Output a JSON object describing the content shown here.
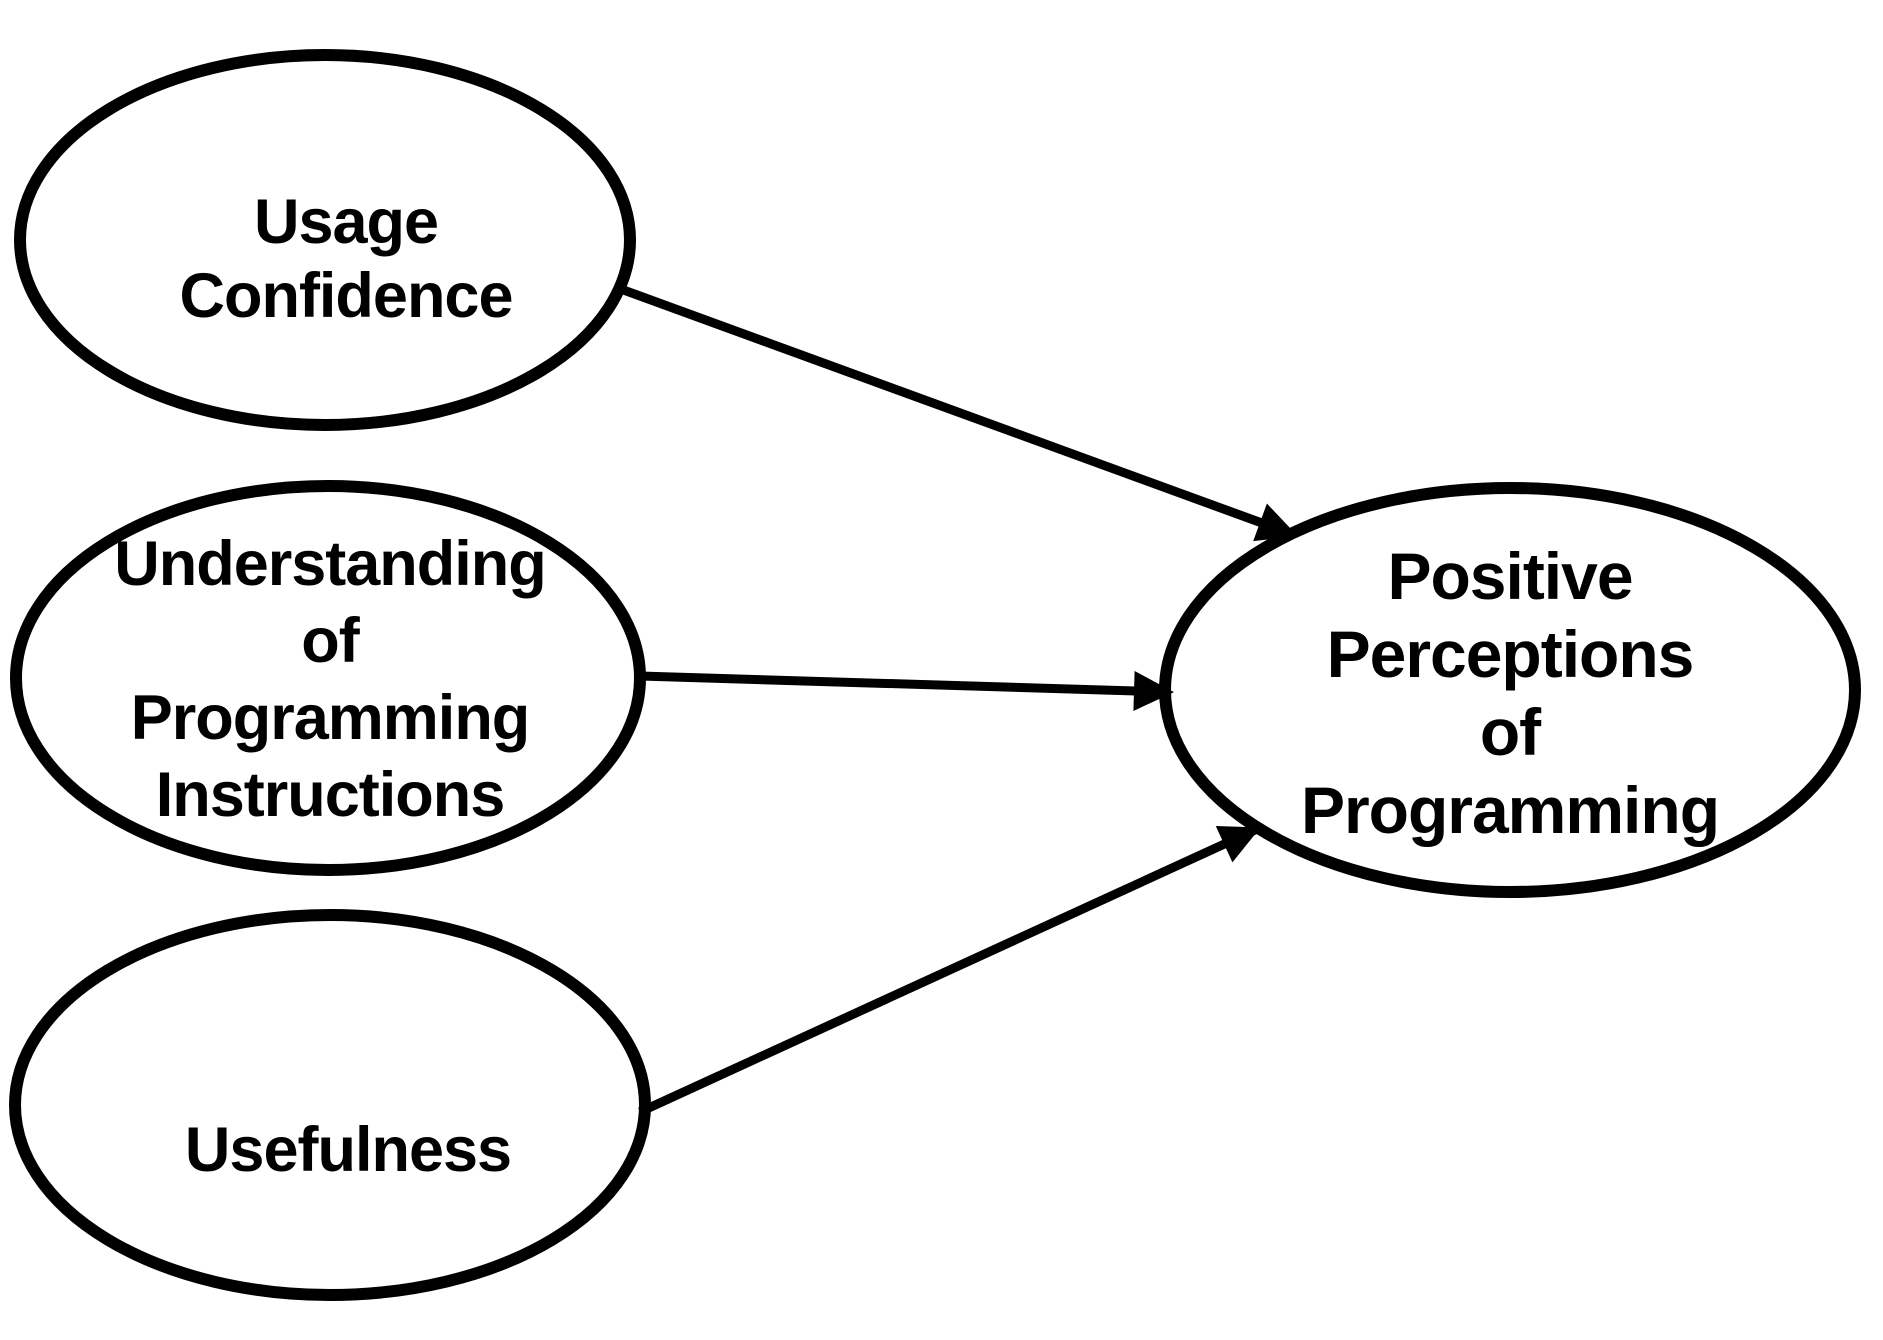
{
  "figure": {
    "type": "path-diagram",
    "background_color": "#ffffff",
    "line_color": "#000000",
    "text_color": "#000000"
  },
  "nodes": [
    {
      "id": "usage-confidence",
      "shape": "ellipse",
      "label": "Usage Confidence",
      "lines": [
        "Usage",
        "Confidence"
      ]
    },
    {
      "id": "understanding-of-programming-instructions",
      "shape": "ellipse",
      "label": "Understanding of Programming Instructions",
      "lines": [
        "Understanding",
        "of",
        "Programming",
        "Instructions"
      ]
    },
    {
      "id": "usefulness",
      "shape": "ellipse",
      "label": "Usefulness",
      "lines": [
        "Usefulness"
      ]
    },
    {
      "id": "positive-perceptions-of-programming",
      "shape": "ellipse",
      "label": "Positive Perceptions of Programming",
      "lines": [
        "Positive",
        "Perceptions",
        "of",
        "Programming"
      ]
    }
  ],
  "edges": [
    {
      "from": "usage-confidence",
      "to": "positive-perceptions-of-programming",
      "style": "solid",
      "arrow": "end"
    },
    {
      "from": "understanding-of-programming-instructions",
      "to": "positive-perceptions-of-programming",
      "style": "solid",
      "arrow": "end"
    },
    {
      "from": "usefulness",
      "to": "positive-perceptions-of-programming",
      "style": "solid",
      "arrow": "end"
    }
  ]
}
